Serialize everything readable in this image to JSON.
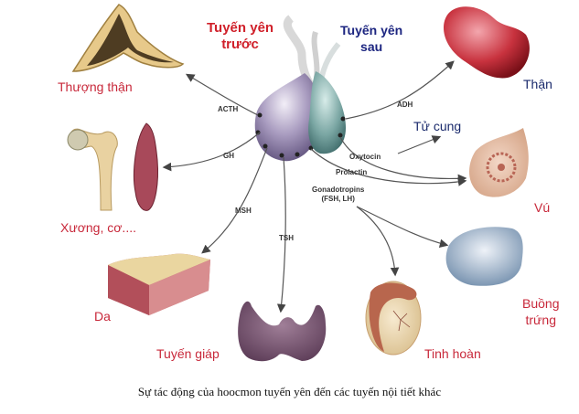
{
  "caption": "Sự tác động của hoocmon tuyến yên đến các tuyến nội tiết khác",
  "pituitary": {
    "anterior_label_line1": "Tuyến yên",
    "anterior_label_line2": "trước",
    "posterior_label_line1": "Tuyến yên",
    "posterior_label_line2": "sau",
    "anterior_color": "#8a7aa8",
    "posterior_color": "#6f9c9a"
  },
  "hormones": {
    "acth": "ACTH",
    "gh": "GH",
    "msh": "MSH",
    "tsh": "TSH",
    "adh": "ADH",
    "oxytocin": "Oxytocin",
    "prolactin": "Prolactin",
    "gonadotropins_line1": "Gonadotropins",
    "gonadotropins_line2": "(FSH, LH)"
  },
  "targets": {
    "adrenal": "Thượng thận",
    "bone_muscle": "Xương, cơ....",
    "skin": "Da",
    "thyroid": "Tuyến giáp",
    "testis": "Tinh hoàn",
    "ovary_line1": "Buồng",
    "ovary_line2": "trứng",
    "breast": "Vú",
    "uterus": "Tử cung",
    "kidney": "Thận"
  },
  "colors": {
    "target_label_red": "#c8283a",
    "target_label_navy": "#1a2a6c",
    "arrow": "#555555"
  }
}
